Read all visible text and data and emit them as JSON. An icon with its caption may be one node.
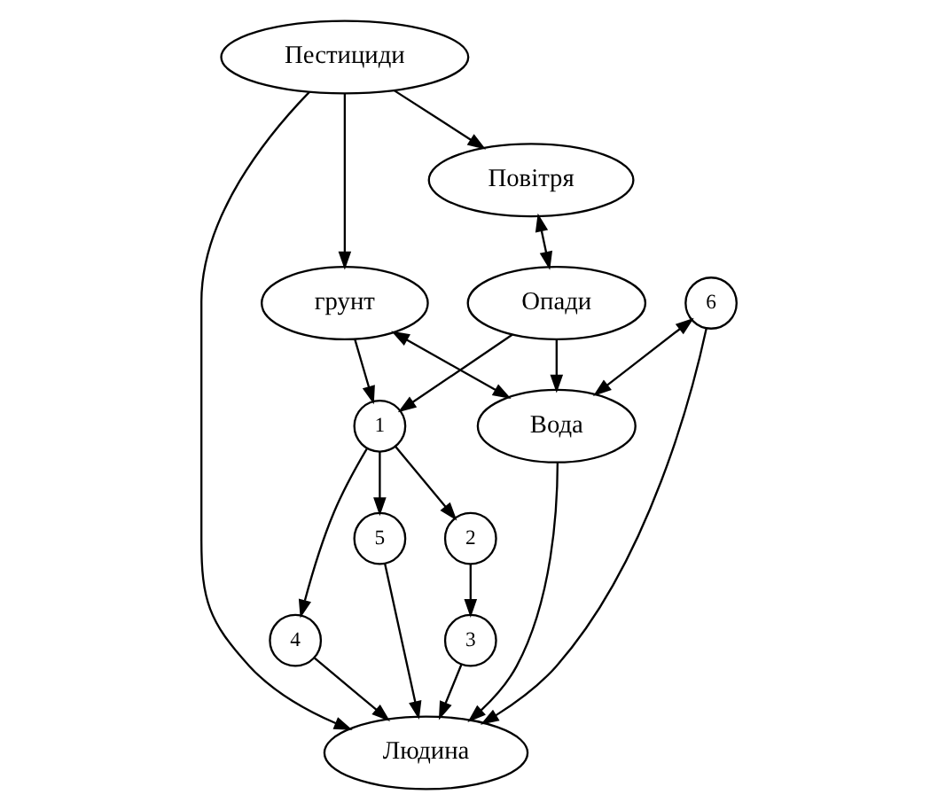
{
  "diagram": {
    "nodes": [
      {
        "text": [
          "Пестициди"
        ]
      },
      {
        "text": [
          "Повітря"
        ]
      },
      {
        "text": [
          "грунт"
        ]
      },
      {
        "text": [
          "Людина"
        ]
      },
      {
        "text": [
          "1"
        ]
      },
      {
        "text": [
          "4"
        ]
      },
      {
        "text": [
          "5"
        ]
      },
      {
        "text": [
          "2"
        ]
      },
      {
        "text": [
          "3"
        ]
      },
      {
        "text": [
          "Опади"
        ]
      },
      {
        "text": [
          "6"
        ]
      },
      {
        "text": [
          "Вода"
        ]
      }
    ],
    "edges": [
      {
        "from": 0,
        "to": 1,
        "arrow": "to"
      },
      {
        "from": 0,
        "to": 3,
        "arrow": "to"
      },
      {
        "from": 0,
        "to": 2,
        "arrow": "to"
      },
      {
        "from": 1,
        "to": 9,
        "arrow": "both"
      },
      {
        "from": 9,
        "to": 4,
        "arrow": "to"
      },
      {
        "from": 2,
        "to": 4,
        "arrow": "to"
      },
      {
        "from": 4,
        "to": 5,
        "arrow": "to"
      },
      {
        "from": 4,
        "to": 6,
        "arrow": "to"
      },
      {
        "from": 4,
        "to": 7,
        "arrow": "to"
      },
      {
        "from": 7,
        "to": 8,
        "arrow": "to"
      },
      {
        "from": 5,
        "to": 3,
        "arrow": "to"
      },
      {
        "from": 6,
        "to": 3,
        "arrow": "to"
      },
      {
        "from": 8,
        "to": 3,
        "arrow": "to"
      },
      {
        "from": 10,
        "to": 3,
        "arrow": "to"
      },
      {
        "from": 10,
        "to": 11,
        "arrow": "both"
      },
      {
        "from": 11,
        "to": 3,
        "arrow": "to"
      },
      {
        "from": 9,
        "to": 11,
        "arrow": "to"
      },
      {
        "from": 2,
        "to": 11,
        "arrow": "both"
      }
    ]
  }
}
